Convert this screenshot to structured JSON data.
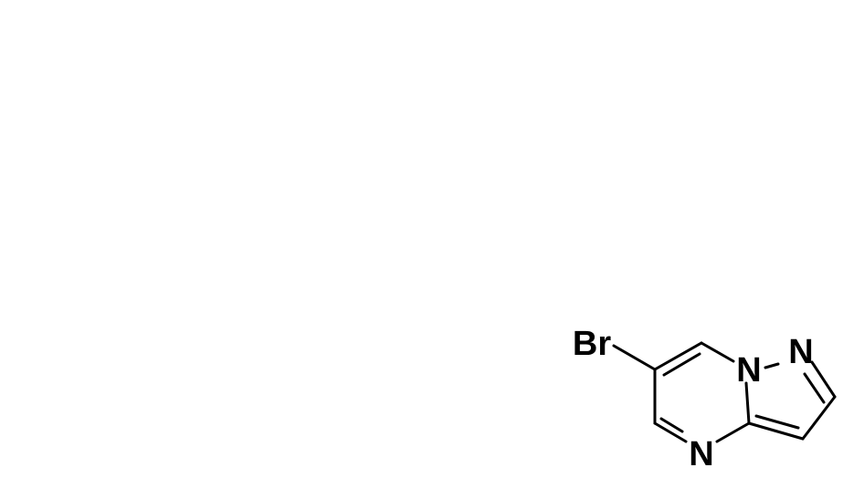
{
  "molecule": {
    "atoms": {
      "br": "Br",
      "n_bridge": "N",
      "n_pyrazole": "N",
      "n_pyrimidine": "N"
    },
    "colors": {
      "bond": "#000000",
      "label": "#000000",
      "background": "#ffffff"
    }
  }
}
